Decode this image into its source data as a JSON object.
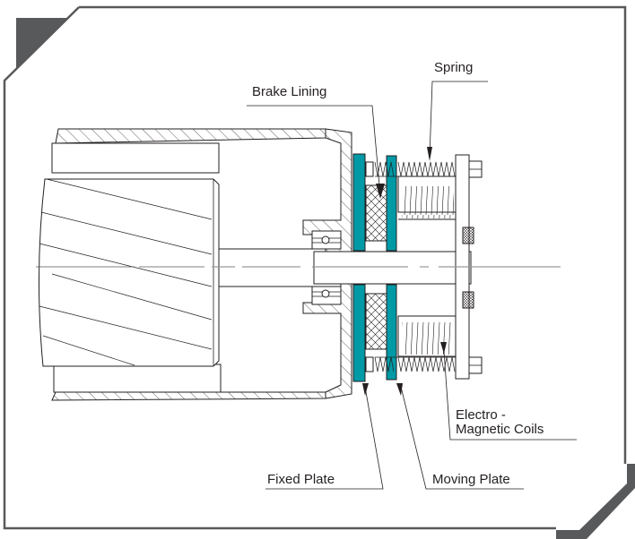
{
  "diagram": {
    "subject": "Electromagnetic brake assembly (cross-section)",
    "labels": {
      "brake_lining": "Brake Lining",
      "spring": "Spring",
      "electro_magnetic_coils_line1": "Electro -",
      "electro_magnetic_coils_line2": "Magnetic Coils",
      "fixed_plate": "Fixed Plate",
      "moving_plate": "Moving Plate"
    },
    "colors": {
      "plate": "#009aa6",
      "frame": "#58595b",
      "line": "#231f20",
      "centerline": "#9a9a9a"
    }
  }
}
